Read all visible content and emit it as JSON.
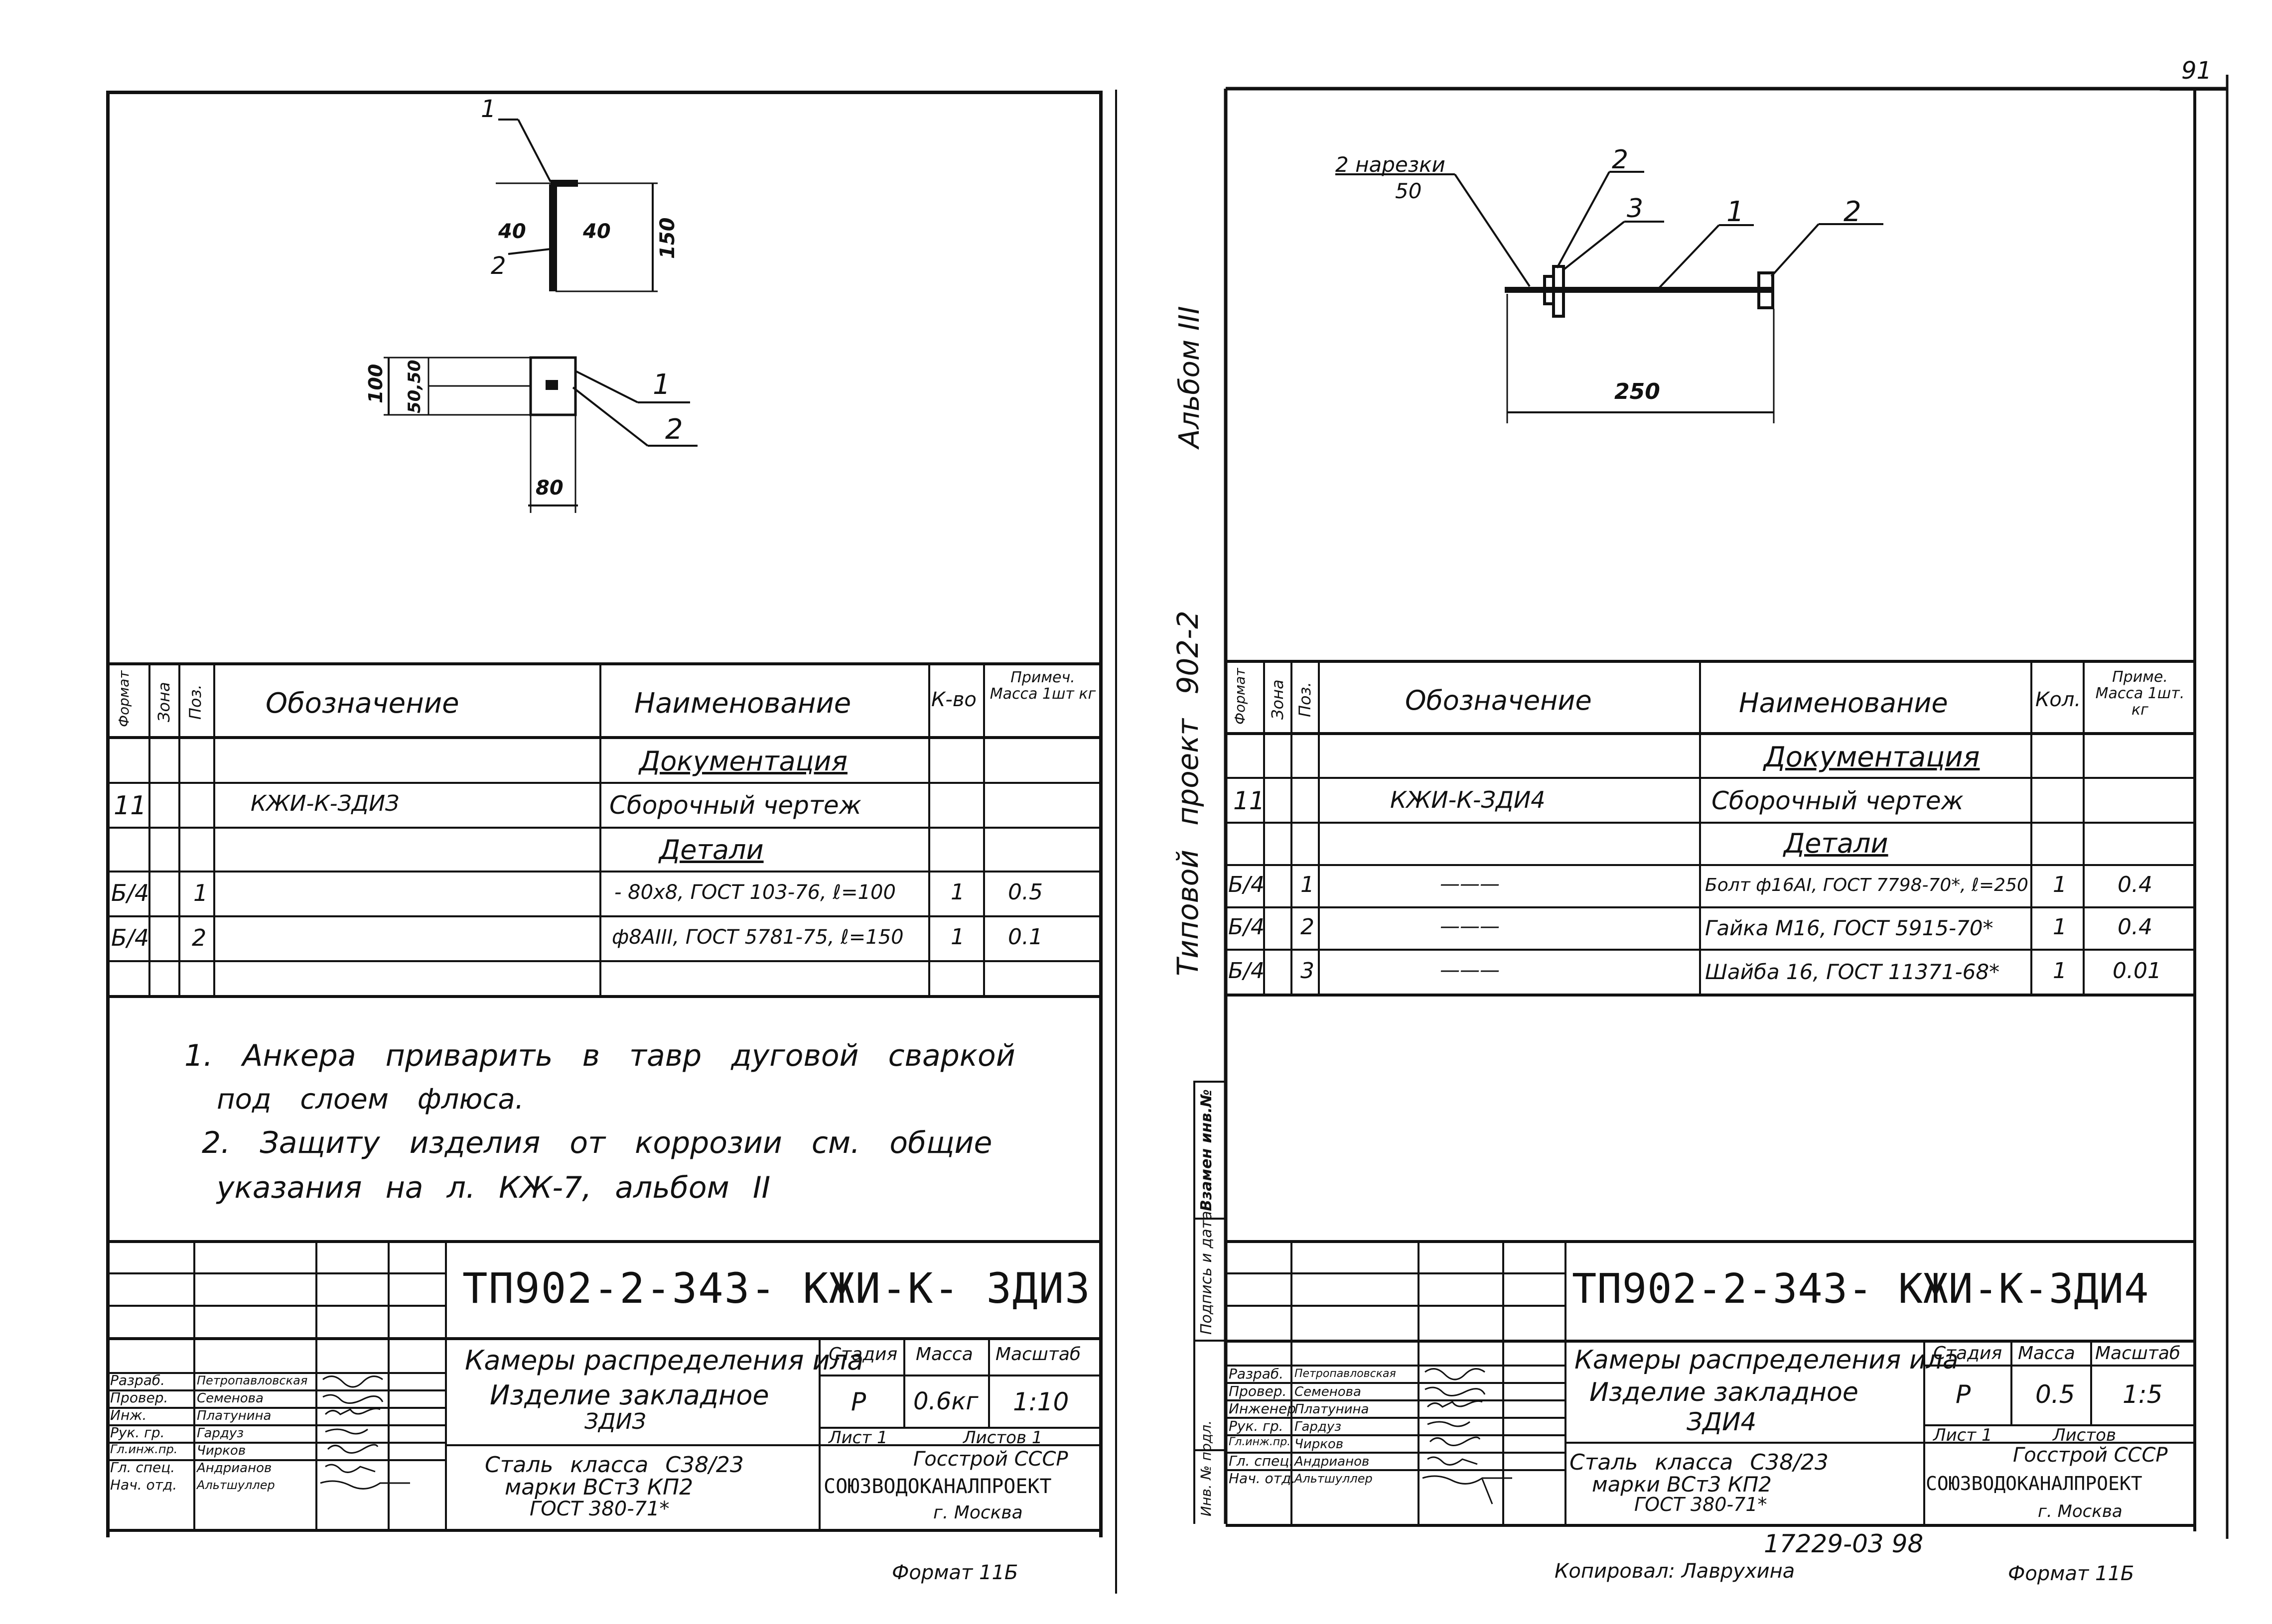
{
  "page_number": "91",
  "left": {
    "drawing": {
      "callout_1": "1",
      "callout_2": "2",
      "dim_40_left": "40",
      "dim_40_right": "40",
      "dim_150": "150",
      "dim_100": "100",
      "dim_50_50": "50,50",
      "dim_80": "80",
      "callout_plan_1": "1",
      "callout_plan_2": "2"
    },
    "spec": {
      "headers": [
        "Формат",
        "Зона",
        "Поз.",
        "Обозначение",
        "Наименование",
        "К-во",
        "Примеч. Масса 1шт кг"
      ],
      "rows": [
        {
          "format": "",
          "zone": "",
          "pos": "",
          "designation": "",
          "name": "Документация",
          "qty": "",
          "note": ""
        },
        {
          "format": "11",
          "zone": "",
          "pos": "",
          "designation": "КЖИ-К-ЗДИЗ",
          "name": "Сборочный чертеж",
          "qty": "",
          "note": ""
        },
        {
          "format": "",
          "zone": "",
          "pos": "",
          "designation": "",
          "name": "Детали",
          "qty": "",
          "note": ""
        },
        {
          "format": "Б/4",
          "zone": "",
          "pos": "1",
          "designation": "",
          "name": "- 80х8, ГОСТ 103-76, ℓ=100",
          "qty": "1",
          "note": "0.5"
        },
        {
          "format": "Б/4",
          "zone": "",
          "pos": "2",
          "designation": "",
          "name": "ф8АIII, ГОСТ 5781-75, ℓ=150",
          "qty": "1",
          "note": "0.1"
        },
        {
          "format": "",
          "zone": "",
          "pos": "",
          "designation": "",
          "name": "",
          "qty": "",
          "note": ""
        }
      ]
    },
    "notes": [
      "1. Анкера приварить в тавр дуговой сваркой",
      "под слоем флюса.",
      "2. Защиту изделия от коррозии см. общие",
      "указания на л. КЖ-7, альбом II"
    ],
    "title_block": {
      "code": "ТП902-2-343-  КЖИ-К- ЗДИЗ",
      "title_line1": "Камеры распределения ила",
      "title_line2": "Изделие закладное",
      "title_line3": "ЗДИЗ",
      "stage_label": "Стадия",
      "mass_label": "Масса",
      "scale_label": "Масштаб",
      "stage": "Р",
      "mass": "0.6кг",
      "scale": "1:10",
      "sheet": "Лист 1",
      "sheets": "Листов 1",
      "material_line1": "Сталь класса С38/23",
      "material_line2": "марки ВСт3 КП2",
      "material_line3": "ГОСТ 380-71*",
      "org_line1": "Госстрой СССР",
      "org_line2": "СОЮЗВОДОКАНАЛПРОЕКТ",
      "org_line3": "г. Москва",
      "roles": [
        {
          "role": "Разраб.",
          "name": "Петропавловская"
        },
        {
          "role": "Провер.",
          "name": "Семенова"
        },
        {
          "role": "Инж.",
          "name": "Платунина"
        },
        {
          "role": "Рук. гр.",
          "name": "Гардуз"
        },
        {
          "role": "Гл.инж.пр.",
          "name": "Чирков"
        },
        {
          "role": "Гл. спец.",
          "name": "Андрианов"
        },
        {
          "role": "Нач. отд.",
          "name": "Альтшуллер"
        }
      ]
    },
    "format_note": "Формат 11Б"
  },
  "right": {
    "drawing": {
      "thread_note": "2 нарезки",
      "thread_len": "50",
      "callout_2a": "2",
      "callout_3": "3",
      "callout_1": "1",
      "callout_2b": "2",
      "dim_250": "250"
    },
    "side_labels": {
      "album": "Альбом III",
      "project": "Типовой проект 902-2",
      "inv_orig": "Взамен инв.№",
      "sign_date": "Подпись и дата",
      "inv_no": "Инв. № подл."
    },
    "spec": {
      "headers": [
        "Формат",
        "Зона",
        "Поз.",
        "Обозначение",
        "Наименование",
        "Кол.",
        "Приме. Масса 1шт. кг"
      ],
      "rows": [
        {
          "format": "",
          "zone": "",
          "pos": "",
          "designation": "",
          "name": "Документация",
          "qty": "",
          "note": ""
        },
        {
          "format": "11",
          "zone": "",
          "pos": "",
          "designation": "КЖИ-К-ЗДИ4",
          "name": "Сборочный чертеж",
          "qty": "",
          "note": ""
        },
        {
          "format": "",
          "zone": "",
          "pos": "",
          "designation": "",
          "name": "Детали",
          "qty": "",
          "note": ""
        },
        {
          "format": "Б/4",
          "zone": "",
          "pos": "1",
          "designation": "———",
          "name": "Болт ф16АI, ГОСТ 7798-70*, ℓ=250",
          "qty": "1",
          "note": "0.4"
        },
        {
          "format": "Б/4",
          "zone": "",
          "pos": "2",
          "designation": "———",
          "name": "Гайка М16, ГОСТ 5915-70*",
          "qty": "1",
          "note": "0.4"
        },
        {
          "format": "Б/4",
          "zone": "",
          "pos": "3",
          "designation": "———",
          "name": "Шайба 16, ГОСТ 11371-68*",
          "qty": "1",
          "note": "0.01"
        }
      ]
    },
    "title_block": {
      "code": "ТП902-2-343-  КЖИ-К-ЗДИ4",
      "title_line1": "Камеры распределения ила",
      "title_line2": "Изделие закладное",
      "title_line3": "ЗДИ4",
      "stage_label": "Стадия",
      "mass_label": "Масса",
      "scale_label": "Масштаб",
      "stage": "Р",
      "mass": "0.5",
      "scale": "1:5",
      "sheet": "Лист 1",
      "sheets": "Листов",
      "material_line1": "Сталь класса С38/23",
      "material_line2": "марки ВСт3 КП2",
      "material_line3": "ГОСТ 380-71*",
      "org_line1": "Госстрой СССР",
      "org_line2": "СОЮЗВОДОКАНАЛПРОЕКТ",
      "org_line3": "г. Москва",
      "roles": [
        {
          "role": "Разраб.",
          "name": "Петропавловская"
        },
        {
          "role": "Провер.",
          "name": "Семенова"
        },
        {
          "role": "Инженер",
          "name": "Платунина"
        },
        {
          "role": "Рук. гр.",
          "name": "Гардуз"
        },
        {
          "role": "Гл.инж.пр.",
          "name": "Чирков"
        },
        {
          "role": "Гл. спец.",
          "name": "Андрианов"
        },
        {
          "role": "Нач. отд.",
          "name": "Альтшуллер"
        }
      ]
    },
    "archive_no": "17229-03  98",
    "copied_by": "Копировал: Лаврухина",
    "format_note": "Формат 11Б"
  }
}
